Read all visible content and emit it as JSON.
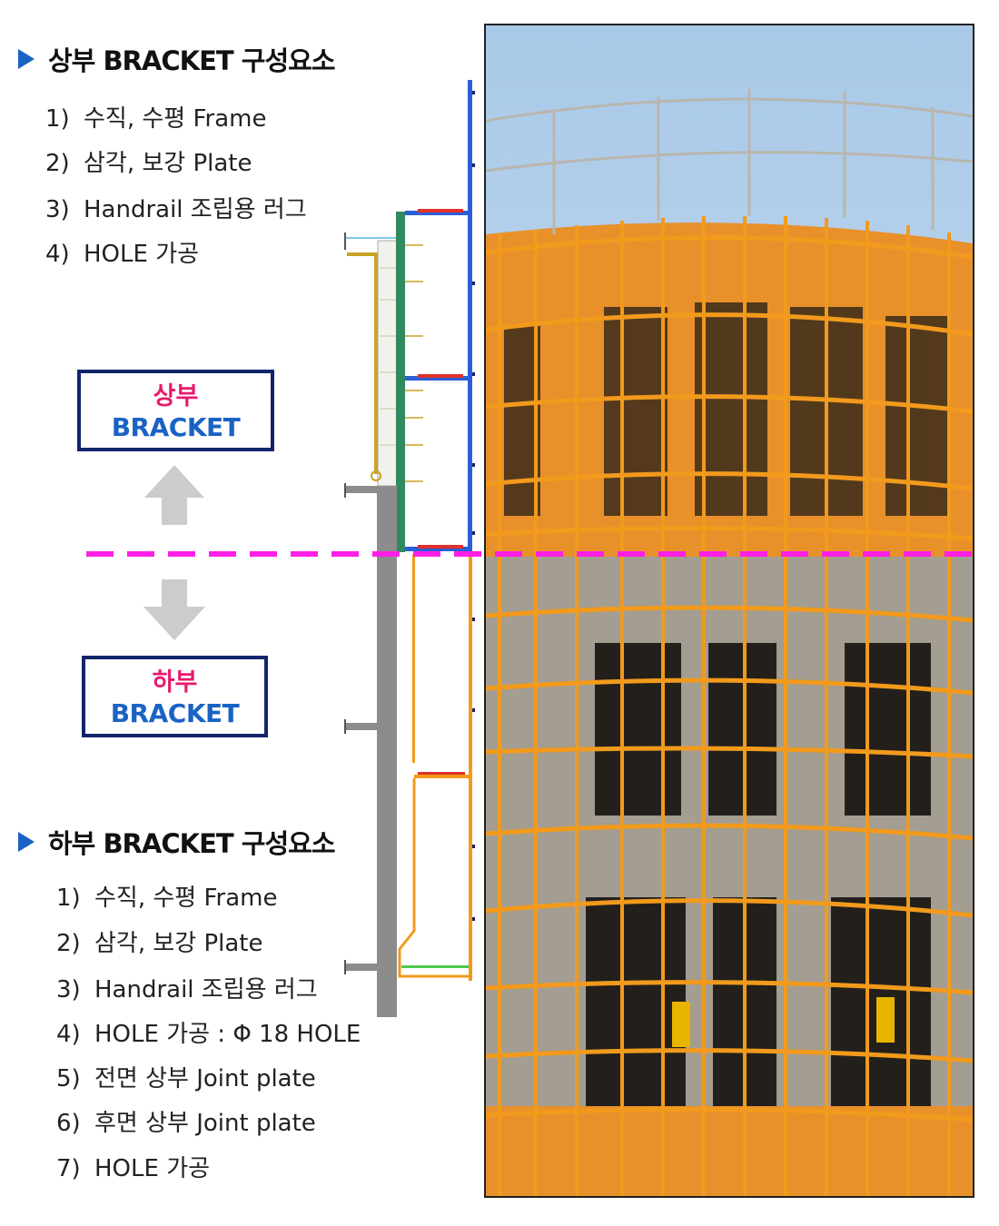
{
  "upper_section": {
    "heading": "상부 BRACKET 구성요소",
    "items": [
      {
        "num": "1)",
        "text": "수직, 수평 Frame"
      },
      {
        "num": "2)",
        "text": "삼각, 보강 Plate"
      },
      {
        "num": "3)",
        "text": "Handrail 조립용 러그"
      },
      {
        "num": "4)",
        "text": "HOLE 가공"
      }
    ]
  },
  "lower_section": {
    "heading": "하부 BRACKET 구성요소",
    "items": [
      {
        "num": "1)",
        "text": "수직, 수평 Frame"
      },
      {
        "num": "2)",
        "text": "삼각, 보강 Plate"
      },
      {
        "num": "3)",
        "text": "Handrail 조립용 러그"
      },
      {
        "num": "4)",
        "text": "HOLE 가공 : Φ 18 HOLE"
      },
      {
        "num": "5)",
        "text": "전면 상부 Joint plate"
      },
      {
        "num": "6)",
        "text": "후면 상부 Joint plate"
      },
      {
        "num": "7)",
        "text": "HOLE 가공"
      }
    ]
  },
  "upper_label": {
    "kr": "상부",
    "en": "BRACKET"
  },
  "lower_label": {
    "kr": "하부",
    "en": "BRACKET"
  },
  "colors": {
    "accent_blue": "#1a63c4",
    "label_pink": "#e8196d",
    "box_border": "#14246b",
    "divider_magenta": "#ff1fe6",
    "arrow_gray": "#cccccc",
    "scaffold_orange": "#f29a1c"
  }
}
